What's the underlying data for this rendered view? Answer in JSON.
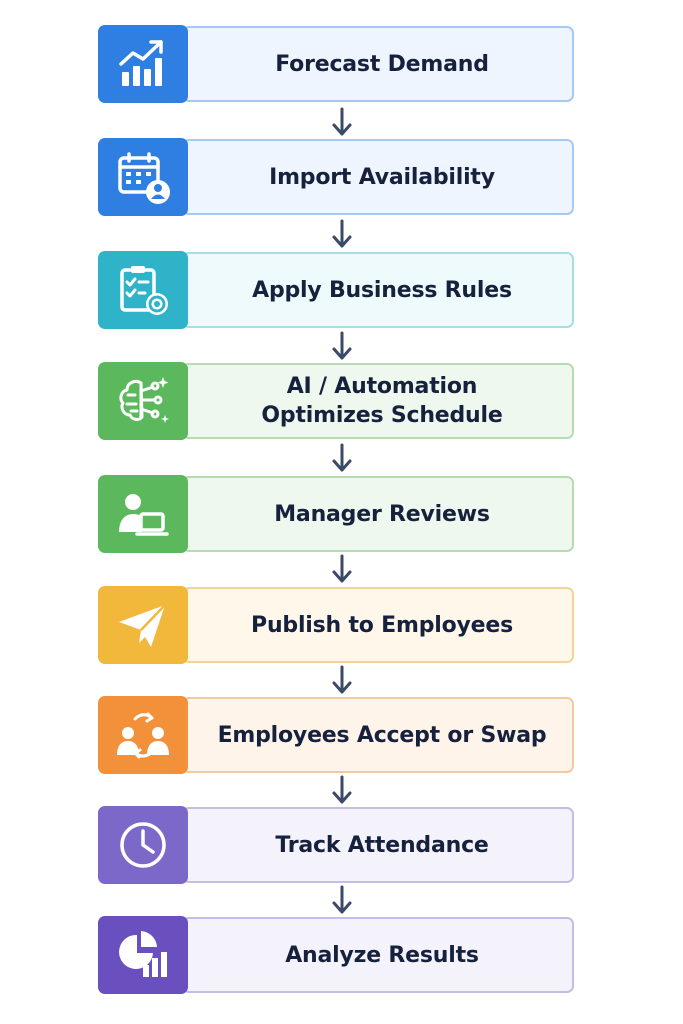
{
  "steps": [
    {
      "label": "Forecast Demand",
      "icon": "chart-growth-icon",
      "tile_color": "#2f7ee2",
      "box_fill": "#eef5ff",
      "box_border": "#a9c9f2"
    },
    {
      "label": "Import Availability",
      "icon": "calendar-user-icon",
      "tile_color": "#2f7ee2",
      "box_fill": "#eef5ff",
      "box_border": "#a9c9f2"
    },
    {
      "label": "Apply Business Rules",
      "icon": "checklist-gear-icon",
      "tile_color": "#2fb3c9",
      "box_fill": "#eefafb",
      "box_border": "#a4dfe6"
    },
    {
      "label": "AI / Automation\nOptimizes Schedule",
      "icon": "ai-brain-icon",
      "tile_color": "#5cb85c",
      "box_fill": "#eff8ee",
      "box_border": "#b6ddb0"
    },
    {
      "label": "Manager Reviews",
      "icon": "manager-laptop-icon",
      "tile_color": "#5cb85c",
      "box_fill": "#eff8ee",
      "box_border": "#b6ddb0"
    },
    {
      "label": "Publish to Employees",
      "icon": "paper-plane-icon",
      "tile_color": "#f2b83b",
      "box_fill": "#fff8ea",
      "box_border": "#f1d596"
    },
    {
      "label": "Employees Accept or Swap",
      "icon": "people-swap-icon",
      "tile_color": "#f2913a",
      "box_fill": "#fff4ea",
      "box_border": "#f4c9a0"
    },
    {
      "label": "Track Attendance",
      "icon": "clock-icon",
      "tile_color": "#7b68c8",
      "box_fill": "#f4f2fb",
      "box_border": "#c5bde6"
    },
    {
      "label": "Analyze Results",
      "icon": "pie-bar-chart-icon",
      "tile_color": "#6a4fbf",
      "box_fill": "#f4f2fb",
      "box_border": "#c5bde6"
    }
  ],
  "arrow_color": "#3b4a66"
}
